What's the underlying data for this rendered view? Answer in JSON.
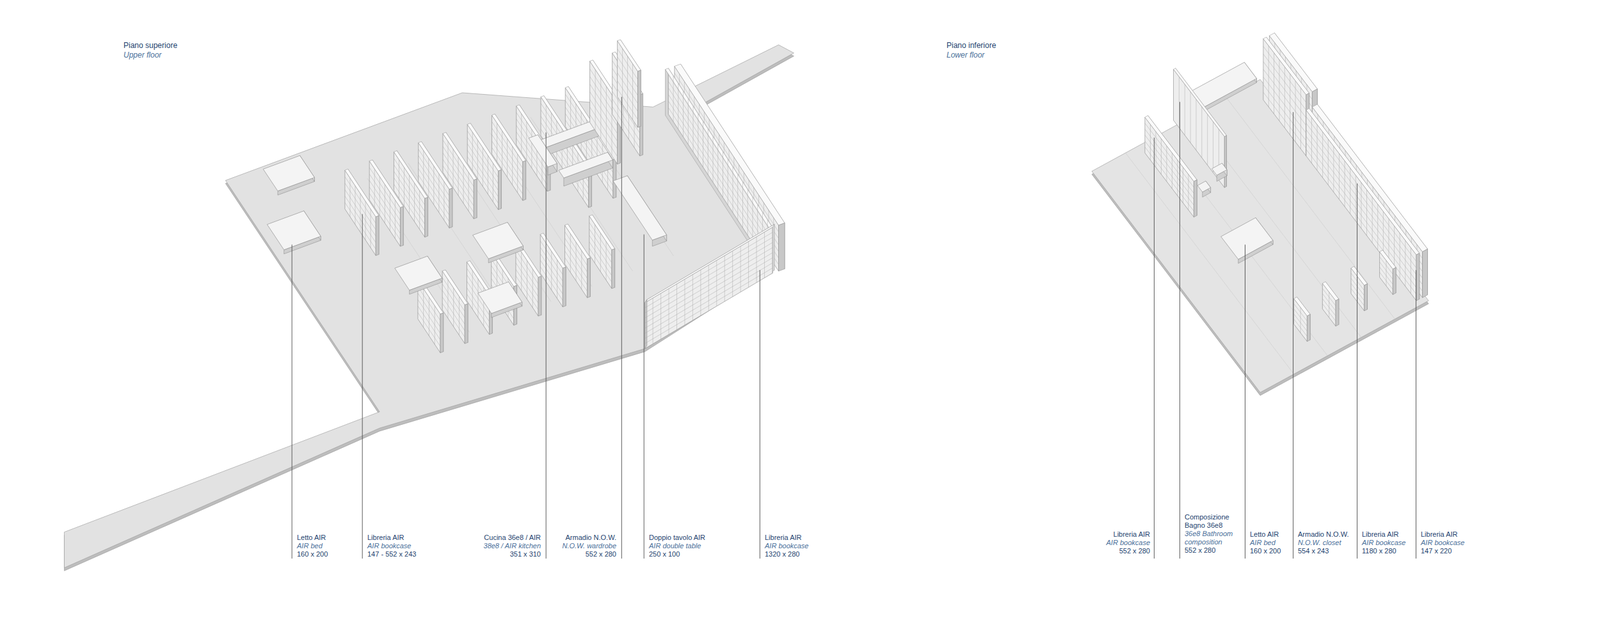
{
  "diagram": {
    "labels": [
      "Piano superiore",
      "Upper floor",
      "Piano inferiore",
      "Lower floor",
      "Letto AIR",
      "AIR bed",
      "160 x 200",
      "Libreria AIR",
      "AIR bookcase",
      "147 - 552 x 243",
      "Cucina 36e8 / AIR",
      "38e8 / AIR kitchen",
      "351 x 310",
      "Armadio N.O.W.",
      "N.O.W. wardrobe",
      "552 x 280",
      "Doppio tavolo AIR",
      "AIR double table",
      "250 x 100",
      "Libreria AIR",
      "AIR bookcase",
      "1320 x 280",
      "Libreria AIR",
      "AIR bookcase",
      "552 x 280",
      "Composizione Bagno 36e8",
      "36e8 Bathroom composition",
      "552 x 280",
      "Letto AIR",
      "AIR bed",
      "160 x 200",
      "Armadio N.O.W.",
      "N.O.W. closet",
      "554 x 243",
      "Libreria AIR",
      "AIR bookcase",
      "1180 x 280",
      "Libreria AIR",
      "AIR bookcase",
      "147 x 220"
    ]
  }
}
